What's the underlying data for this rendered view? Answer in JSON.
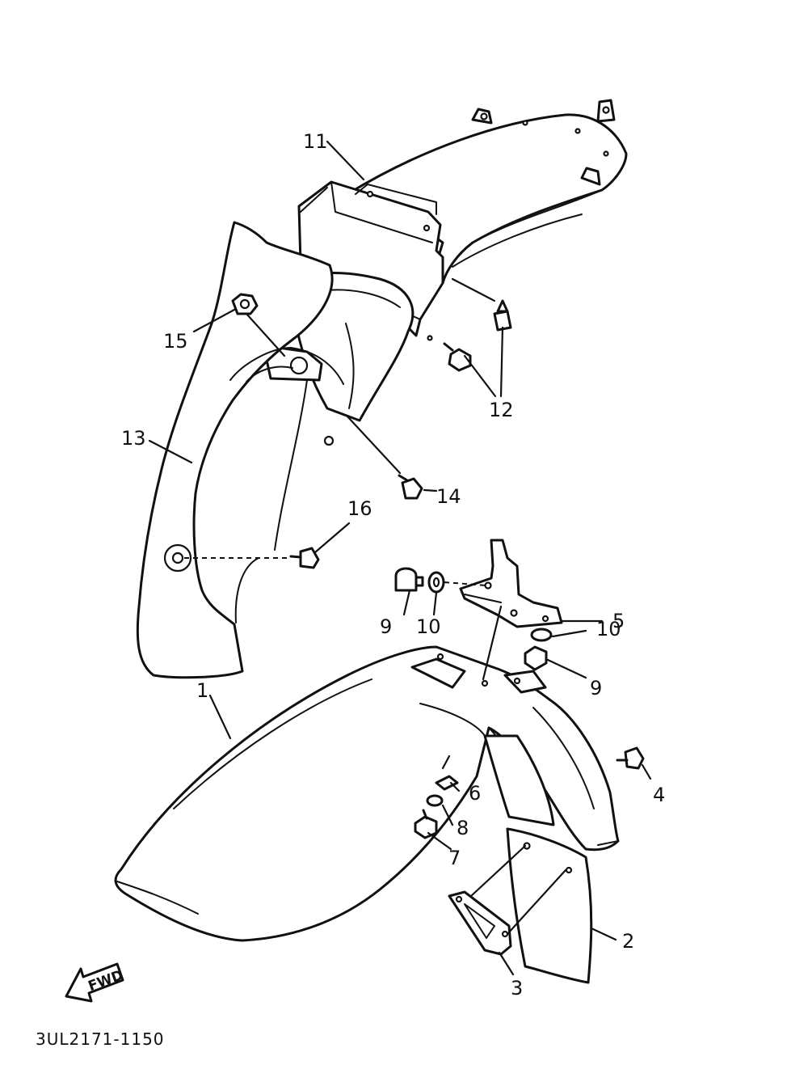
{
  "diagram": {
    "drawing_code": "3UL2171-1150",
    "direction_arrow_label": "FWD",
    "callouts": [
      {
        "id": "callout-1",
        "label": "1"
      },
      {
        "id": "callout-2",
        "label": "2"
      },
      {
        "id": "callout-3",
        "label": "3"
      },
      {
        "id": "callout-4",
        "label": "4"
      },
      {
        "id": "callout-5",
        "label": "5"
      },
      {
        "id": "callout-6",
        "label": "6"
      },
      {
        "id": "callout-7",
        "label": "7"
      },
      {
        "id": "callout-8",
        "label": "8"
      },
      {
        "id": "callout-9a",
        "label": "9"
      },
      {
        "id": "callout-9b",
        "label": "9"
      },
      {
        "id": "callout-10a",
        "label": "10"
      },
      {
        "id": "callout-10b",
        "label": "10"
      },
      {
        "id": "callout-11",
        "label": "11"
      },
      {
        "id": "callout-12",
        "label": "12"
      },
      {
        "id": "callout-13",
        "label": "13"
      },
      {
        "id": "callout-14",
        "label": "14"
      },
      {
        "id": "callout-15",
        "label": "15"
      },
      {
        "id": "callout-16",
        "label": "16"
      }
    ]
  }
}
